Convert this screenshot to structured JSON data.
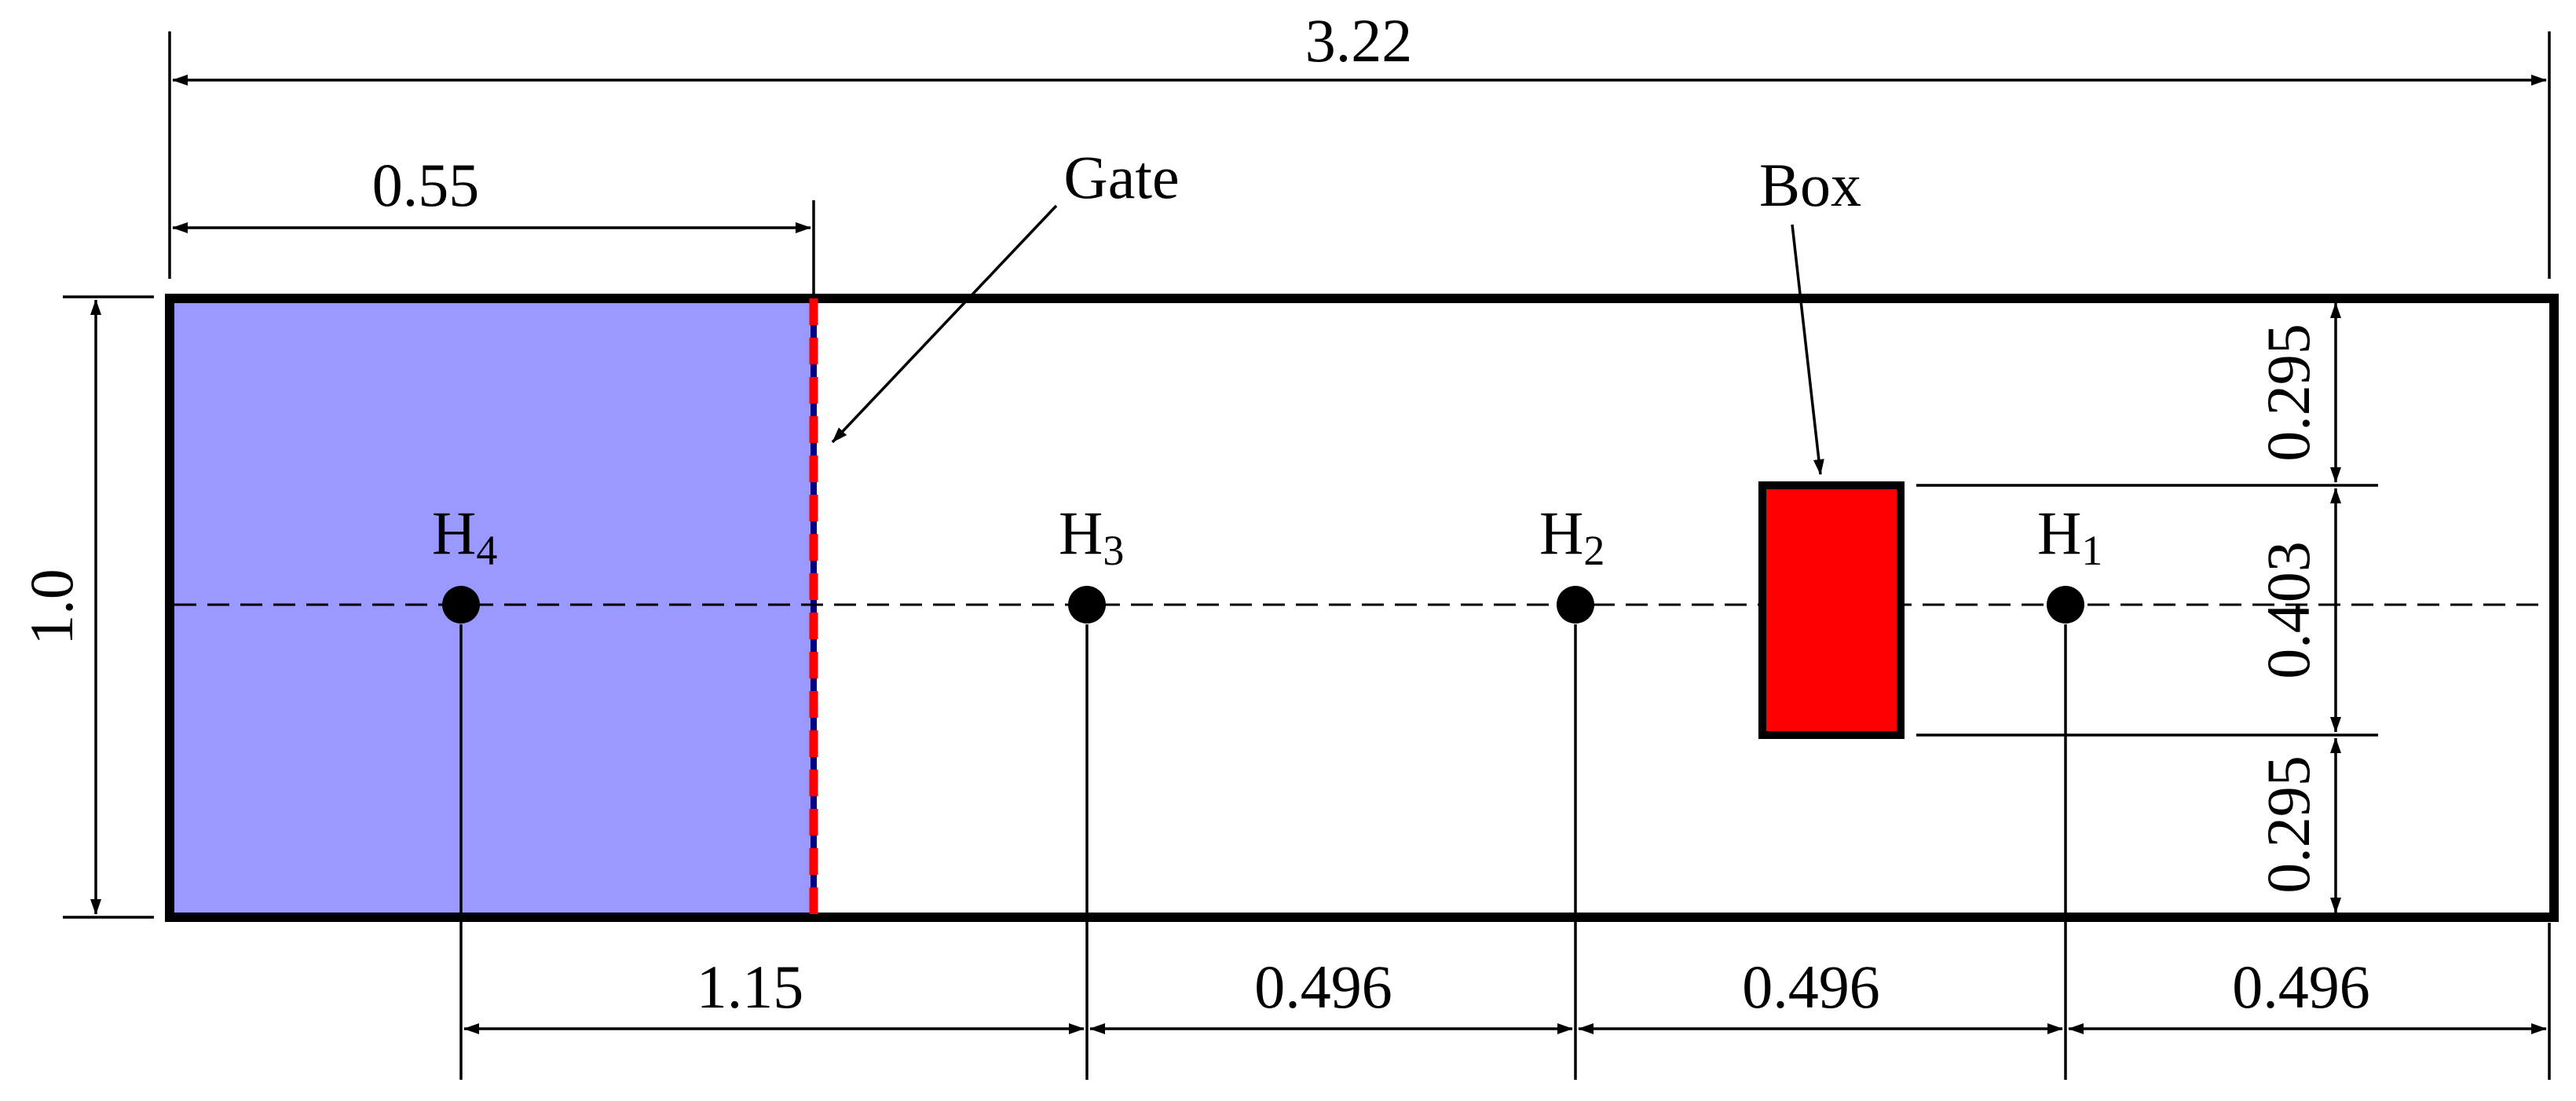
{
  "labels": {
    "gate": "Gate",
    "box": "Box"
  },
  "probes": [
    {
      "letter": "H",
      "sub": "4"
    },
    {
      "letter": "H",
      "sub": "3"
    },
    {
      "letter": "H",
      "sub": "2"
    },
    {
      "letter": "H",
      "sub": "1"
    }
  ],
  "dimensions": {
    "total_length": "3.22",
    "water_column_length": "0.55",
    "height": "1.0",
    "box_top_gap": "0.295",
    "box_height": "0.403",
    "box_bottom_gap": "0.295",
    "gate_to_h3": "1.15",
    "h3_to_h2": "0.496",
    "h2_to_h1": "0.496",
    "h1_to_wall": "0.496"
  },
  "colors": {
    "water": "#9999ff",
    "water_border": "#000080",
    "gate": "#ff0000",
    "box": "#ff0000",
    "outline": "#000000"
  }
}
